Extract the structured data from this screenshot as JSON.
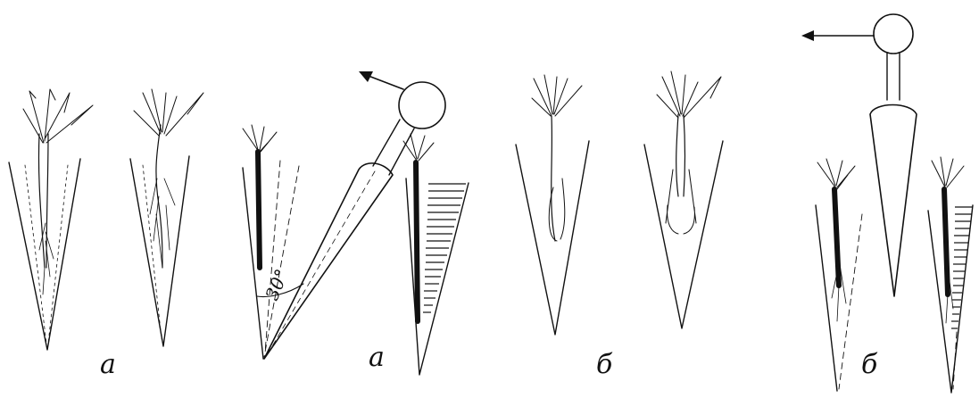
{
  "labels": {
    "panel1": "а",
    "panel2": "а",
    "panel3": "б",
    "panel4": "б",
    "angle": "30°"
  }
}
